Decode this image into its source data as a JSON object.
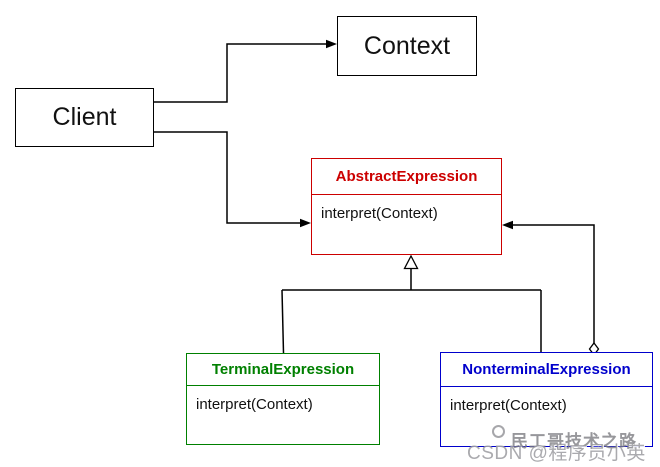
{
  "diagram": {
    "kind": "uml-class-diagram",
    "pattern": "Interpreter",
    "nodes": {
      "client": {
        "label": "Client"
      },
      "context": {
        "label": "Context"
      },
      "abstract_expression": {
        "name": "AbstractExpression",
        "method": "interpret(Context)",
        "color": "#cc0000"
      },
      "terminal_expression": {
        "name": "TerminalExpression",
        "method": "interpret(Context)",
        "color": "#008000"
      },
      "nonterminal_expression": {
        "name": "NonterminalExpression",
        "method": "interpret(Context)",
        "color": "#0000cc"
      }
    },
    "edges": [
      {
        "from": "client",
        "to": "context",
        "type": "association-arrow"
      },
      {
        "from": "client",
        "to": "abstract_expression",
        "type": "association-arrow"
      },
      {
        "from": "terminal_expression",
        "to": "abstract_expression",
        "type": "inheritance"
      },
      {
        "from": "nonterminal_expression",
        "to": "abstract_expression",
        "type": "inheritance"
      },
      {
        "from": "nonterminal_expression",
        "to": "abstract_expression",
        "type": "aggregation-arrow"
      }
    ],
    "line_color": "#000000",
    "watermark": {
      "line1": "民工哥技术之路",
      "line2": "CSDN @程序员小英"
    }
  }
}
